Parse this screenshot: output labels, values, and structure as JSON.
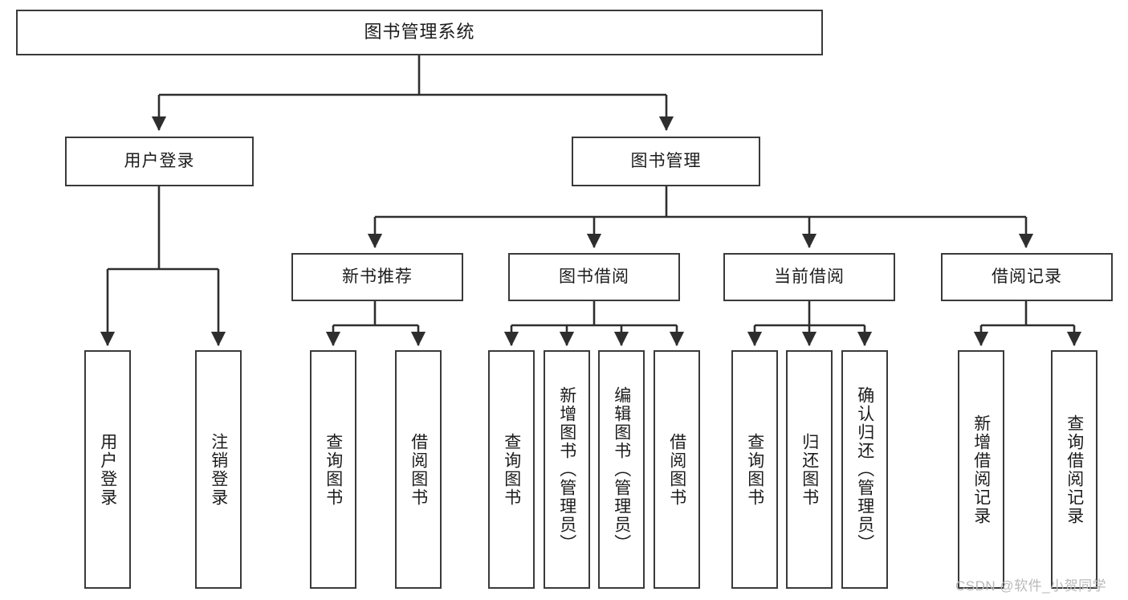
{
  "diagram": {
    "type": "tree-hierarchy",
    "title": "图书管理系统",
    "orientation": "top-down",
    "stroke_color": "#3a3a3a",
    "fill_color": "#ffffff",
    "text_color": "#1c1c1c"
  },
  "nodes": {
    "root": {
      "label": "图书管理系统",
      "level": 1
    },
    "level2": [
      {
        "id": "user-login",
        "label": "用户登录"
      },
      {
        "id": "book-manage",
        "label": "图书管理"
      }
    ],
    "level3": [
      {
        "id": "new-book-recommend",
        "label": "新书推荐"
      },
      {
        "id": "book-borrow",
        "label": "图书借阅"
      },
      {
        "id": "current-borrow",
        "label": "当前借阅"
      },
      {
        "id": "borrow-record",
        "label": "借阅记录"
      }
    ],
    "leaves": {
      "user_login": [
        {
          "id": "leaf-user-login",
          "label": "用户登录"
        },
        {
          "id": "leaf-logout-login",
          "label": "注销登录"
        }
      ],
      "new_book_recommend": [
        {
          "id": "leaf-query-book-1",
          "label": "查询图书"
        },
        {
          "id": "leaf-borrow-book-1",
          "label": "借阅图书"
        }
      ],
      "book_borrow": [
        {
          "id": "leaf-query-book-2",
          "label": "查询图书"
        },
        {
          "id": "leaf-add-book",
          "label": "新增图书（管理员）"
        },
        {
          "id": "leaf-edit-book",
          "label": "编辑图书（管理员）"
        },
        {
          "id": "leaf-borrow-book-2",
          "label": "借阅图书"
        }
      ],
      "current_borrow": [
        {
          "id": "leaf-query-book-3",
          "label": "查询图书"
        },
        {
          "id": "leaf-return-book",
          "label": "归还图书"
        },
        {
          "id": "leaf-confirm-return",
          "label": "确认归还（管理员）"
        }
      ],
      "borrow_record": [
        {
          "id": "leaf-add-record",
          "label": "新增借阅记录"
        },
        {
          "id": "leaf-query-record",
          "label": "查询借阅记录"
        }
      ]
    }
  },
  "watermark": {
    "text": "CSDN @软件_小贺同学",
    "color": "#b9b9b9"
  }
}
